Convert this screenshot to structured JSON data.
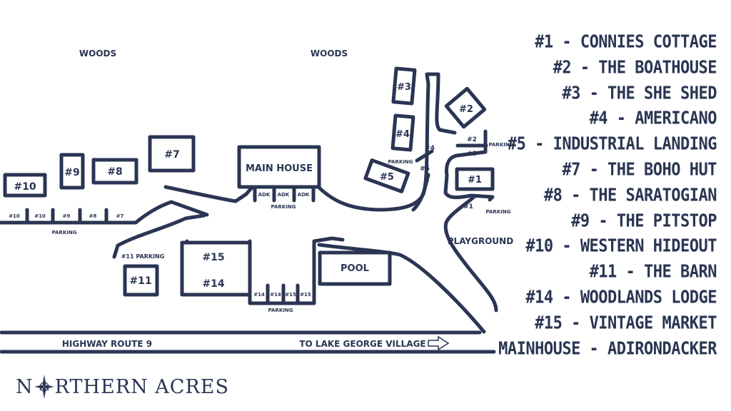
{
  "colors": {
    "ink": "#2a3553",
    "background": "#ffffff"
  },
  "labels": {
    "woods_left": "WOODS",
    "woods_right": "WOODS",
    "main_house": "MAIN HOUSE",
    "adk": "ADK",
    "parking": "PARKING",
    "pool": "POOL",
    "playground": "PLAYGROUND",
    "highway": "HIGHWAY ROUTE 9",
    "to_lake_george": "TO LAKE GEORGE VILLAGE",
    "n1": "#1",
    "n2": "#2",
    "n3": "#3",
    "n4": "#4",
    "n5": "#5",
    "n7": "#7",
    "n8": "#8",
    "n9": "#9",
    "n10": "#10",
    "n11": "#11",
    "n14": "#14",
    "n15": "#15",
    "p11": "#11 PARKING"
  },
  "legend": [
    "#1 - CONNIES COTTAGE",
    "#2 - THE BOATHOUSE",
    "#3 - THE SHE SHED",
    "#4 - AMERICANO",
    "#5 - INDUSTRIAL LANDING",
    "#7 - THE BOHO HUT",
    "#8 - THE SARATOGIAN",
    "#9 - THE PITSTOP",
    "#10 - WESTERN HIDEOUT",
    "#11 - THE BARN",
    "#14 - WOODLANDS LODGE",
    "#15 - VINTAGE MARKET",
    "MAINHOUSE - ADIRONDACKER"
  ],
  "logo": {
    "text_before": "N",
    "text_after": "RTHERN ACRES",
    "icon": "compass-star-icon"
  }
}
